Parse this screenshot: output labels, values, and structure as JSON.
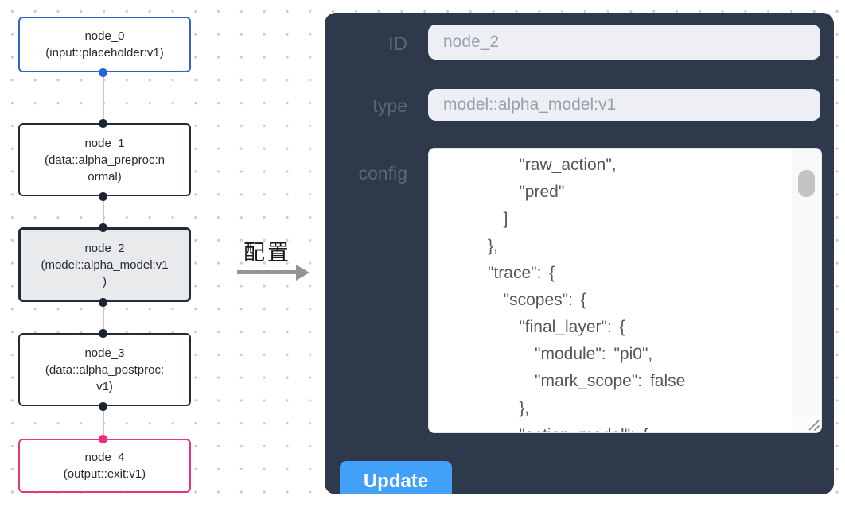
{
  "diagram": {
    "nodes": [
      {
        "title": "node_0",
        "subtitle_lines": [
          "(input::placeholder:v1)"
        ],
        "border_color": "#3462c8",
        "port_color": "#2166dd",
        "selected": false
      },
      {
        "title": "node_1",
        "subtitle_lines": [
          "(data::alpha_preproc:n",
          "ormal)"
        ],
        "border_color": "#232b38",
        "port_color": "#1c2430",
        "selected": false
      },
      {
        "title": "node_2",
        "subtitle_lines": [
          "(model::alpha_model:v1",
          ")"
        ],
        "border_color": "#232b38",
        "port_color": "#1c2430",
        "selected": true
      },
      {
        "title": "node_3",
        "subtitle_lines": [
          "(data::alpha_postproc:",
          "v1)"
        ],
        "border_color": "#232b38",
        "port_color": "#1c2430",
        "selected": false
      },
      {
        "title": "node_4",
        "subtitle_lines": [
          "(output::exit:v1)"
        ],
        "border_color": "#e93478",
        "port_color": "#f02a7c",
        "selected": false
      }
    ],
    "annotation": {
      "label": "配置",
      "arrow_color": "#8f959d"
    }
  },
  "panel": {
    "background_color": "#2e3a4b",
    "fields": {
      "id": {
        "label": "ID",
        "value": "node_2"
      },
      "type": {
        "label": "type",
        "value": "model::alpha_model:v1"
      },
      "config": {
        "label": "config",
        "visible_lines": [
          "          \"raw_action\",",
          "          \"pred\"",
          "        ]",
          "      },",
          "      \"trace\": {",
          "        \"scopes\": {",
          "          \"final_layer\": {",
          "            \"module\": \"pi0\",",
          "            \"mark_scope\": false",
          "          },",
          "          \"action_model\": {"
        ]
      }
    },
    "update_button": {
      "label": "Update",
      "color": "#42a0f8"
    }
  }
}
